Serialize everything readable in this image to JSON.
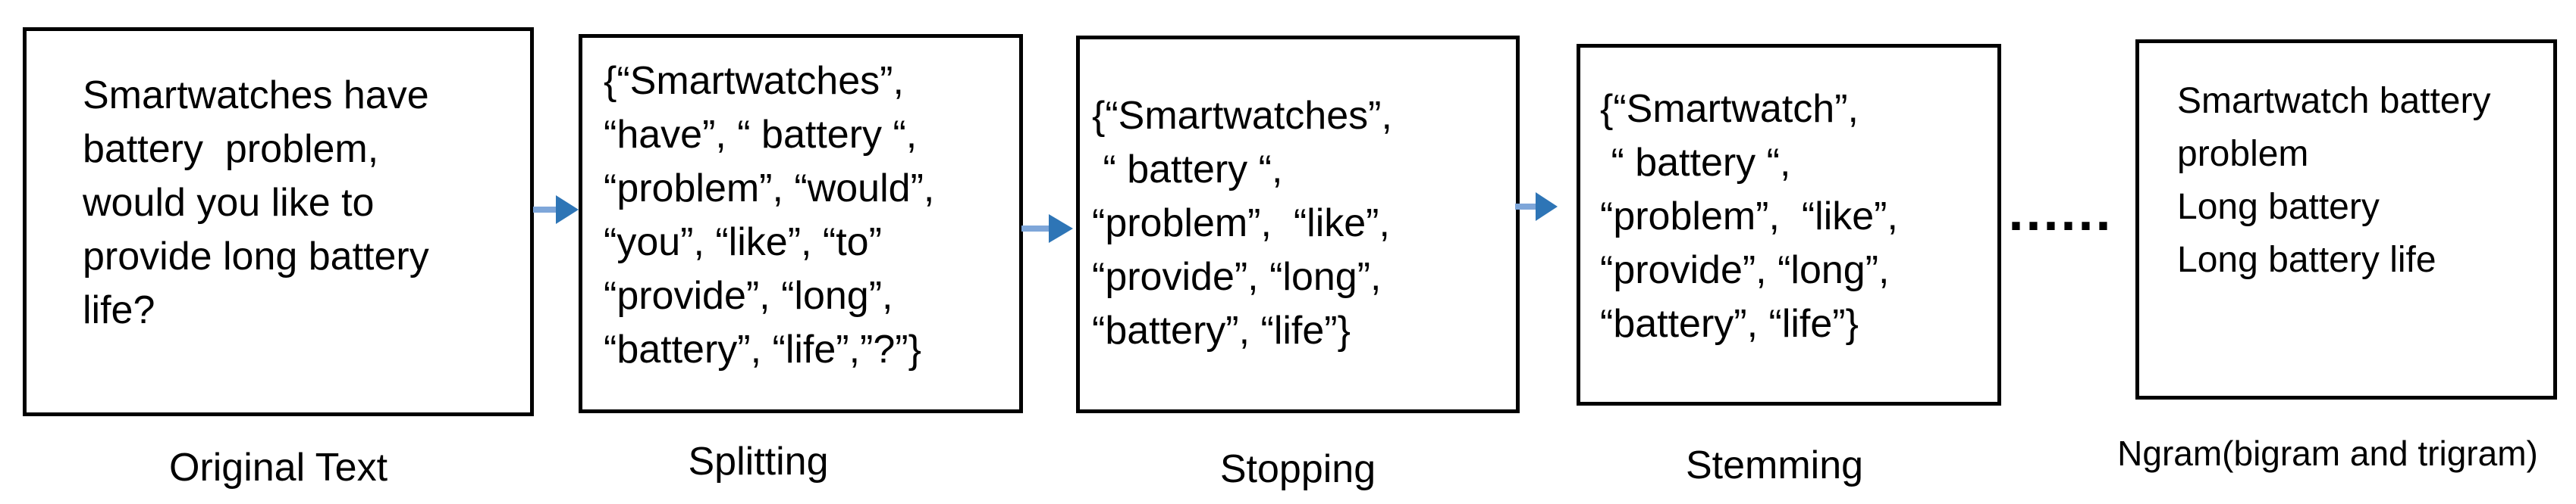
{
  "diagram": {
    "stages": [
      {
        "label": "Original Text",
        "lines": [
          "Smartwatches have",
          "battery  problem,",
          "would you like to",
          "provide long battery",
          "life?"
        ]
      },
      {
        "label": "Splitting",
        "lines": [
          "{“Smartwatches”,",
          "“have”, “ battery “,",
          "“problem”, “would”,",
          "“you”, “like”, “to”",
          "“provide”, “long”,",
          "“battery”, “life”,”?”}"
        ]
      },
      {
        "label": "Stopping",
        "lines": [
          "{“Smartwatches”,",
          " “ battery “,",
          "“problem”,  “like”,",
          "“provide”, “long”,",
          "“battery”, “life”}"
        ]
      },
      {
        "label": "Stemming",
        "lines": [
          "{“Smartwatch”,",
          " “ battery “,",
          "“problem”,  “like”,",
          "“provide”, “long”,",
          "“battery”, “life”}"
        ]
      },
      {
        "label": "Ngram(bigram and trigram)",
        "lines": [
          "Smartwatch battery",
          "problem",
          "Long battery",
          "Long battery life"
        ]
      }
    ],
    "connectors": {
      "ellipsis": "......",
      "arrow_head_color": "#2e75b6",
      "arrow_tail_color": "#7ea6d9"
    },
    "colors": {
      "box_border": "#000000",
      "text": "#000000",
      "background": "#ffffff"
    }
  }
}
